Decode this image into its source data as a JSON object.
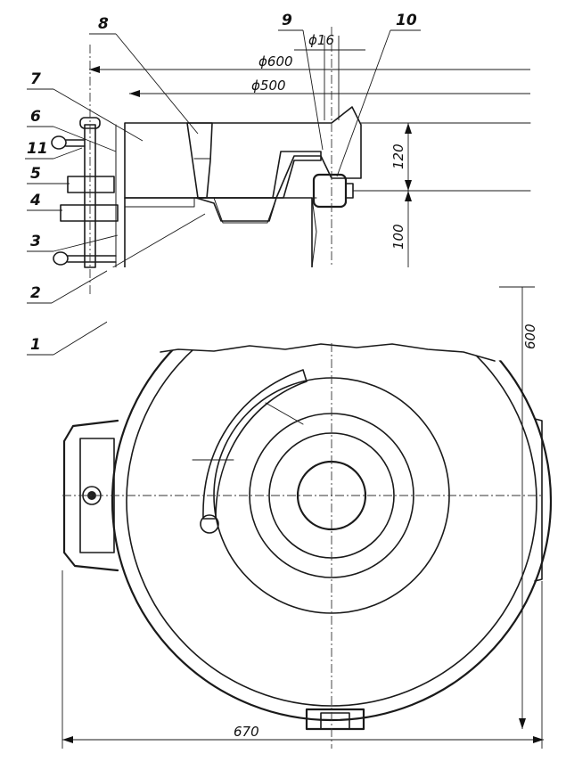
{
  "part_labels": [
    "1",
    "2",
    "3",
    "4",
    "5",
    "11",
    "6",
    "7",
    "8",
    "9",
    "10"
  ],
  "dimensions": {
    "d600": "ϕ600",
    "d500": "ϕ500",
    "d16": "ϕ16",
    "h120": "120",
    "h100": "100",
    "h600": "600",
    "w670": "670"
  },
  "colors": {
    "ink": "#1a1a1a",
    "paper": "#ffffff",
    "hatch": "#555555"
  }
}
